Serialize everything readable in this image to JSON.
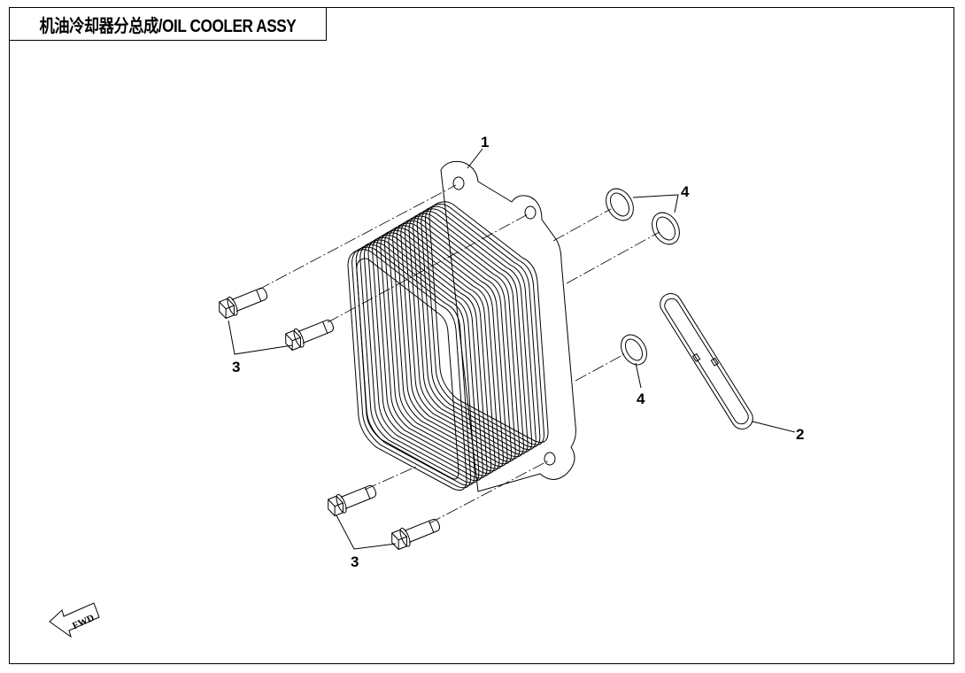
{
  "title": "机油冷却器分总成/OIL COOLER  ASSY",
  "callouts": {
    "cooler": "1",
    "seal": "2",
    "bolt_upper": "3",
    "bolt_lower": "3",
    "oring_upper": "4",
    "oring_lower": "4"
  },
  "fwd_label": "FWD"
}
